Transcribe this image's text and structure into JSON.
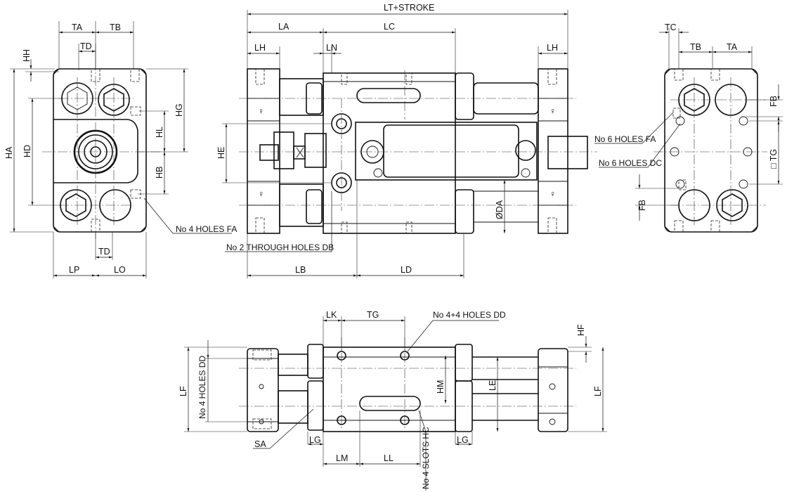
{
  "labels": {
    "lt_stroke": "LT+STROKE",
    "la": "LA",
    "lc": "LC",
    "lh_left": "LH",
    "ln": "LN",
    "lh_right": "LH",
    "ta_left": "TA",
    "tb_left": "TB",
    "td_top": "TD",
    "hh": "HH",
    "ha": "HA",
    "hd": "HD",
    "hl": "HL",
    "hg": "HG",
    "hb": "HB",
    "td_bottom": "TD",
    "lp": "LP",
    "lo": "LO",
    "holes_fa_left": "No 4 HOLES FA",
    "he": "HE",
    "through_holes_db": "No 2 THROUGH HOLES DB",
    "lb": "LB",
    "ld": "LD",
    "da": "ØDA",
    "tc": "TC",
    "tb_right": "TB",
    "ta_right": "TA",
    "fb_top": "FB",
    "tg_right": "□ TG",
    "fb_bottom": "FB",
    "holes_fa_right": "No 6 HOLES FA",
    "holes_dc": "No 6 HOLES DC",
    "lk": "LK",
    "tg_bottom": "TG",
    "holes_dd_44": "No 4+4 HOLES DD",
    "hf": "HF",
    "lf_left": "LF",
    "holes_dd_4": "No 4 HOLES DD",
    "hm": "HM",
    "le": "LE",
    "lf_right": "LF",
    "sa": "SA",
    "lg_left": "LG",
    "lg_right": "LG",
    "lm": "LM",
    "ll": "LL",
    "slots_hc": "No 4 SLOTS HC"
  }
}
